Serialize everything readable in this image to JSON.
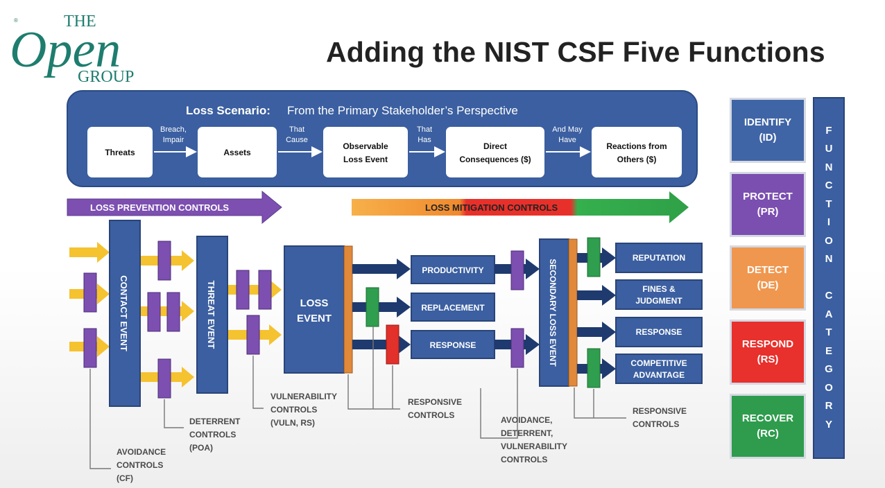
{
  "logo": {
    "line1": "THE",
    "line2": "Open",
    "line3": "GROUP",
    "reg": "®"
  },
  "title": "Adding the NIST CSF Five Functions",
  "scenario": {
    "title": "Loss Scenario:",
    "subtitle": "From the Primary Stakeholder’s Perspective",
    "steps": [
      {
        "name": "Threats"
      },
      {
        "name": "Assets"
      },
      {
        "name": "Observable",
        "name2": "Loss Event"
      },
      {
        "name": "Direct",
        "name2": "Consequences ($)"
      },
      {
        "name": "Reactions from",
        "name2": "Others ($)"
      }
    ],
    "connectors": [
      {
        "l1": "Breach,",
        "l2": "Impair"
      },
      {
        "l1": "That",
        "l2": "Cause"
      },
      {
        "l1": "That",
        "l2": "Has"
      },
      {
        "l1": "And May",
        "l2": "Have"
      }
    ]
  },
  "bands": {
    "prevention": "LOSS PREVENTION CONTROLS",
    "mitigation": "LOSS MITIGATION CONTROLS"
  },
  "events": {
    "contact": "CONTACT EVENT",
    "threat": "THREAT EVENT",
    "loss1": "LOSS",
    "loss2": "EVENT",
    "secondary": "SECONDARY LOSS EVENT"
  },
  "primary_outcomes": [
    "PRODUCTIVITY",
    "REPLACEMENT",
    "RESPONSE"
  ],
  "secondary_outcomes": [
    {
      "l1": "REPUTATION"
    },
    {
      "l1": "FINES &",
      "l2": "JUDGMENT"
    },
    {
      "l1": "RESPONSE"
    },
    {
      "l1": "COMPETITIVE",
      "l2": "ADVANTAGE"
    }
  ],
  "control_labels": [
    {
      "lines": [
        "AVOIDANCE",
        "CONTROLS",
        "(CF)"
      ]
    },
    {
      "lines": [
        "DETERRENT",
        "CONTROLS",
        "(POA)"
      ]
    },
    {
      "lines": [
        "VULNERABILITY",
        "CONTROLS",
        "(VULN, RS)"
      ]
    },
    {
      "lines": [
        "RESPONSIVE",
        "CONTROLS"
      ]
    },
    {
      "lines": [
        "AVOIDANCE,",
        "DETERRENT,",
        "VULNERABILITY",
        "CONTROLS"
      ]
    },
    {
      "lines": [
        "RESPONSIVE",
        "CONTROLS"
      ]
    }
  ],
  "functions": [
    {
      "name": "IDENTIFY",
      "abbr": "(ID)",
      "color": "#3f65a6"
    },
    {
      "name": "PROTECT",
      "abbr": "(PR)",
      "color": "#7b4fb0"
    },
    {
      "name": "DETECT",
      "abbr": "(DE)",
      "color": "#f0974f"
    },
    {
      "name": "RESPOND",
      "abbr": "(RS)",
      "color": "#e8302c"
    },
    {
      "name": "RECOVER",
      "abbr": "(RC)",
      "color": "#2e9c4c"
    }
  ],
  "category_letters": [
    "F",
    "U",
    "N",
    "C",
    "T",
    "I",
    "O",
    "N",
    "",
    "C",
    "A",
    "T",
    "E",
    "G",
    "O",
    "R",
    "Y"
  ],
  "colors": {
    "navy": "#3b5fa0",
    "purple": "#7c4fb0",
    "gold": "#f5c230",
    "orange": "#e0893a",
    "red": "#e2302a",
    "green": "#2f9e4e"
  }
}
